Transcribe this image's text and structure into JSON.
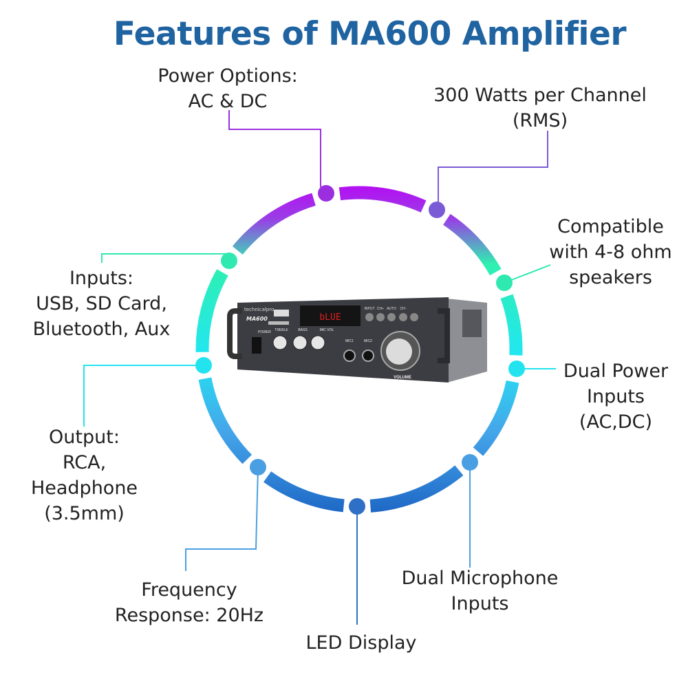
{
  "title": "Features of MA600 Amplifier",
  "features": [
    {
      "id": "power",
      "lines": [
        "Power Options:",
        "AC & DC"
      ],
      "color": "#9b2fe0"
    },
    {
      "id": "watts",
      "lines": [
        "300 Watts per Channel",
        "(RMS)"
      ],
      "color": "#7b5ad6"
    },
    {
      "id": "compat",
      "lines": [
        "Compatible",
        "with 4-8 ohm",
        "speakers"
      ],
      "color": "#2fe9b0"
    },
    {
      "id": "inputs",
      "lines": [
        "Inputs:",
        "USB, SD Card,",
        "Bluetooth, Aux"
      ],
      "color": "#2fe9b0"
    },
    {
      "id": "output",
      "lines": [
        "Output:",
        "RCA,",
        "Headphone",
        "(3.5mm)"
      ],
      "color": "#22e3ee"
    },
    {
      "id": "dualpower",
      "lines": [
        "Dual Power",
        "Inputs",
        "(AC,DC)"
      ],
      "color": "#22e3ee"
    },
    {
      "id": "freq",
      "lines": [
        "Frequency",
        "Response: 20Hz"
      ],
      "color": "#4a9fe2"
    },
    {
      "id": "mic",
      "lines": [
        "Dual Microphone",
        "Inputs"
      ],
      "color": "#4a9fe2"
    },
    {
      "id": "led",
      "lines": [
        "LED Display"
      ],
      "color": "#2f6fc6"
    }
  ],
  "device": {
    "brand": "technicalpro",
    "model": "MA600",
    "display_text": "bLUE",
    "buttons": [
      "INPUT",
      "CH+",
      "AUTO",
      "CH-",
      ""
    ],
    "knobs": [
      "TREBLE",
      "BASS",
      "MIC VOL"
    ],
    "jacks": [
      "MIC1",
      "MIC2"
    ],
    "power_label": "POWER",
    "volume_label": "VOLUME"
  },
  "colors": {
    "title": "#1f63a1",
    "ring_top": "#b40ff2",
    "ring_green": "#2ef0b0",
    "ring_cyan": "#22e6f2",
    "ring_blue": "#1e68c6"
  }
}
